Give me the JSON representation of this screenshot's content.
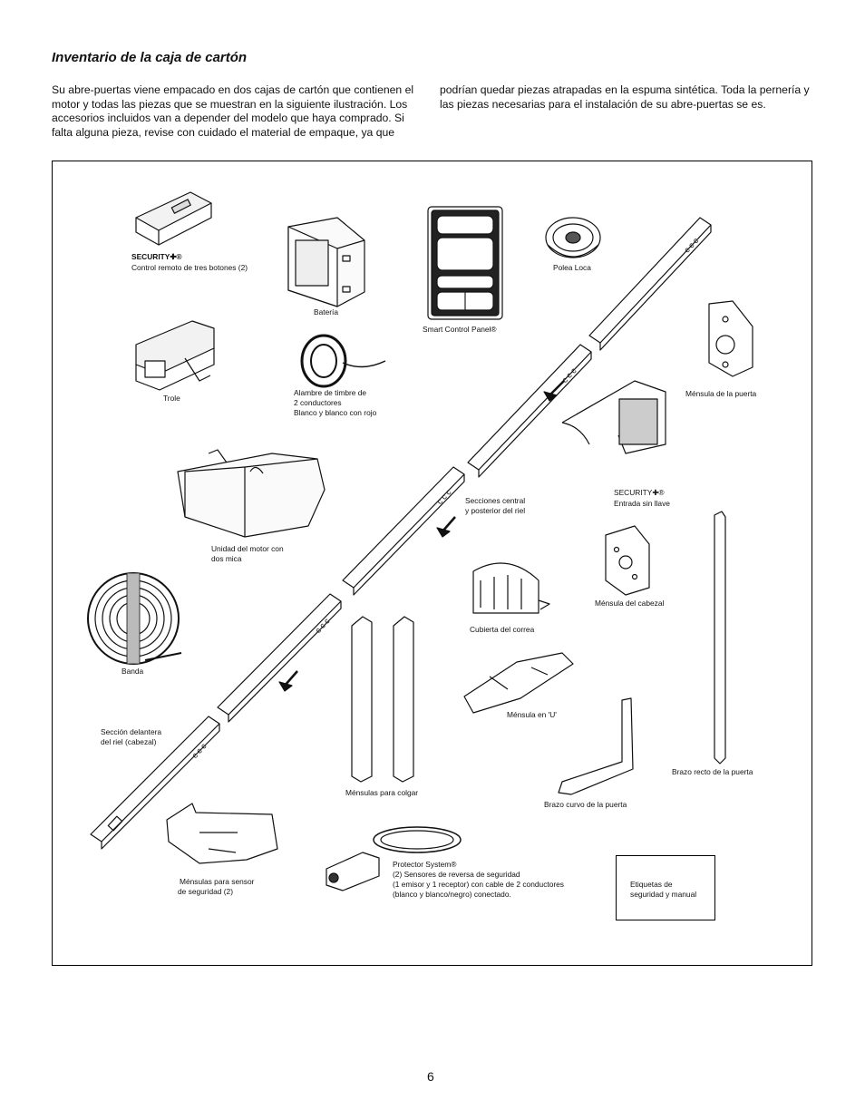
{
  "heading": "Inventario de la caja de cartón",
  "intro": {
    "col1": "Su abre-puertas viene empacado en dos cajas de cartón que contienen el motor y todas las piezas que se muestran en la siguiente ilustración. Los accesorios incluidos van a depender del modelo que haya comprado. Si falta alguna pieza, revise con cuidado el material de empaque, ya que",
    "col2": "podrían quedar piezas atrapadas en la espuma sintética. Toda la pernería y las piezas necesarias para el instalación de su abre-puertas se es."
  },
  "parts": {
    "remote_brand": "SECURITY✚®",
    "remote": "Control remoto de tres botones (2)",
    "battery": "Batería",
    "smart_panel": "Smart Control Panel®",
    "idler_pulley": "Polea Loca",
    "trolley": "Trole",
    "bell_wire_1": "Alambre de timbre de",
    "bell_wire_2": "2 conductores",
    "bell_wire_3": "Blanco y blanco con rojo",
    "door_bracket": "Ménsula de la puerta",
    "keyless_brand": "SECURITY✚®",
    "keyless": "Entrada sin llave",
    "rail_sections_1": "Secciones central",
    "rail_sections_2": "y posterior del riel",
    "motor_unit_1": "Unidad del motor con",
    "motor_unit_2": "dos mica",
    "header_bracket": "Ménsula del cabezal",
    "belt_cover": "Cubierta del correa",
    "belt": "Banda",
    "u_bracket": "Ménsula en 'U'",
    "front_rail_1": "Sección delantera",
    "front_rail_2": "del riel (cabezal)",
    "straight_arm": "Brazo recto de la puerta",
    "hanging_brackets": "Ménsulas para colgar",
    "curved_arm": "Brazo curvo de la puerta",
    "sensor_brackets_1": "Ménsulas para sensor",
    "sensor_brackets_2": "de seguridad (2)",
    "protector_1": "Protector System®",
    "protector_2": "(2) Sensores de reversa de seguridad",
    "protector_3": "(1 emisor y 1 receptor) con cable de 2 conductores",
    "protector_4": "(blanco y blanco/negro) conectado.",
    "labels_manual_1": "Etiquetas de",
    "labels_manual_2": "seguridad y manual"
  },
  "page_number": "6"
}
